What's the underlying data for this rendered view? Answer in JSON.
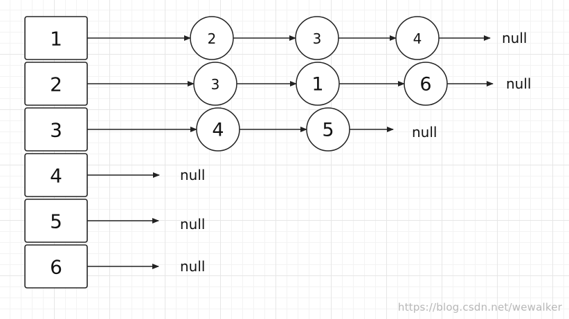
{
  "heads": [
    "1",
    "2",
    "3",
    "4",
    "5",
    "6"
  ],
  "lists": [
    {
      "nodes": [
        "2",
        "3",
        "4"
      ],
      "end": "null"
    },
    {
      "nodes": [
        "3",
        "1",
        "6"
      ],
      "end": "null"
    },
    {
      "nodes": [
        "4",
        "5"
      ],
      "end": "null"
    },
    {
      "nodes": [],
      "end": "null"
    },
    {
      "nodes": [],
      "end": "null"
    },
    {
      "nodes": [],
      "end": "null"
    }
  ],
  "watermark": "https://blog.csdn.net/wewalker"
}
